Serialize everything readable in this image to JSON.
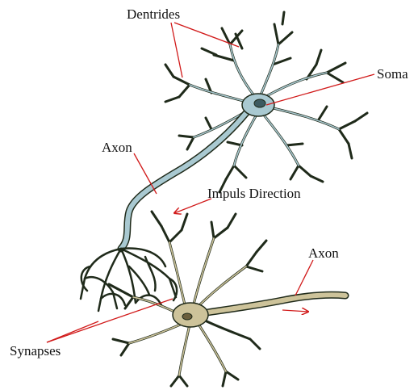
{
  "labels": {
    "dendrites": "Dentrides",
    "soma": "Soma",
    "axon_upper": "Axon",
    "impulse": "Impuls Direction",
    "axon_lower": "Axon",
    "synapses": "Synapses"
  },
  "colors": {
    "neuron_upper": "#a9c9d1",
    "neuron_lower": "#cdc39a",
    "outline": "#1f2a1a",
    "arrow": "#d11a1a",
    "nucleus": "#3d5a60"
  }
}
